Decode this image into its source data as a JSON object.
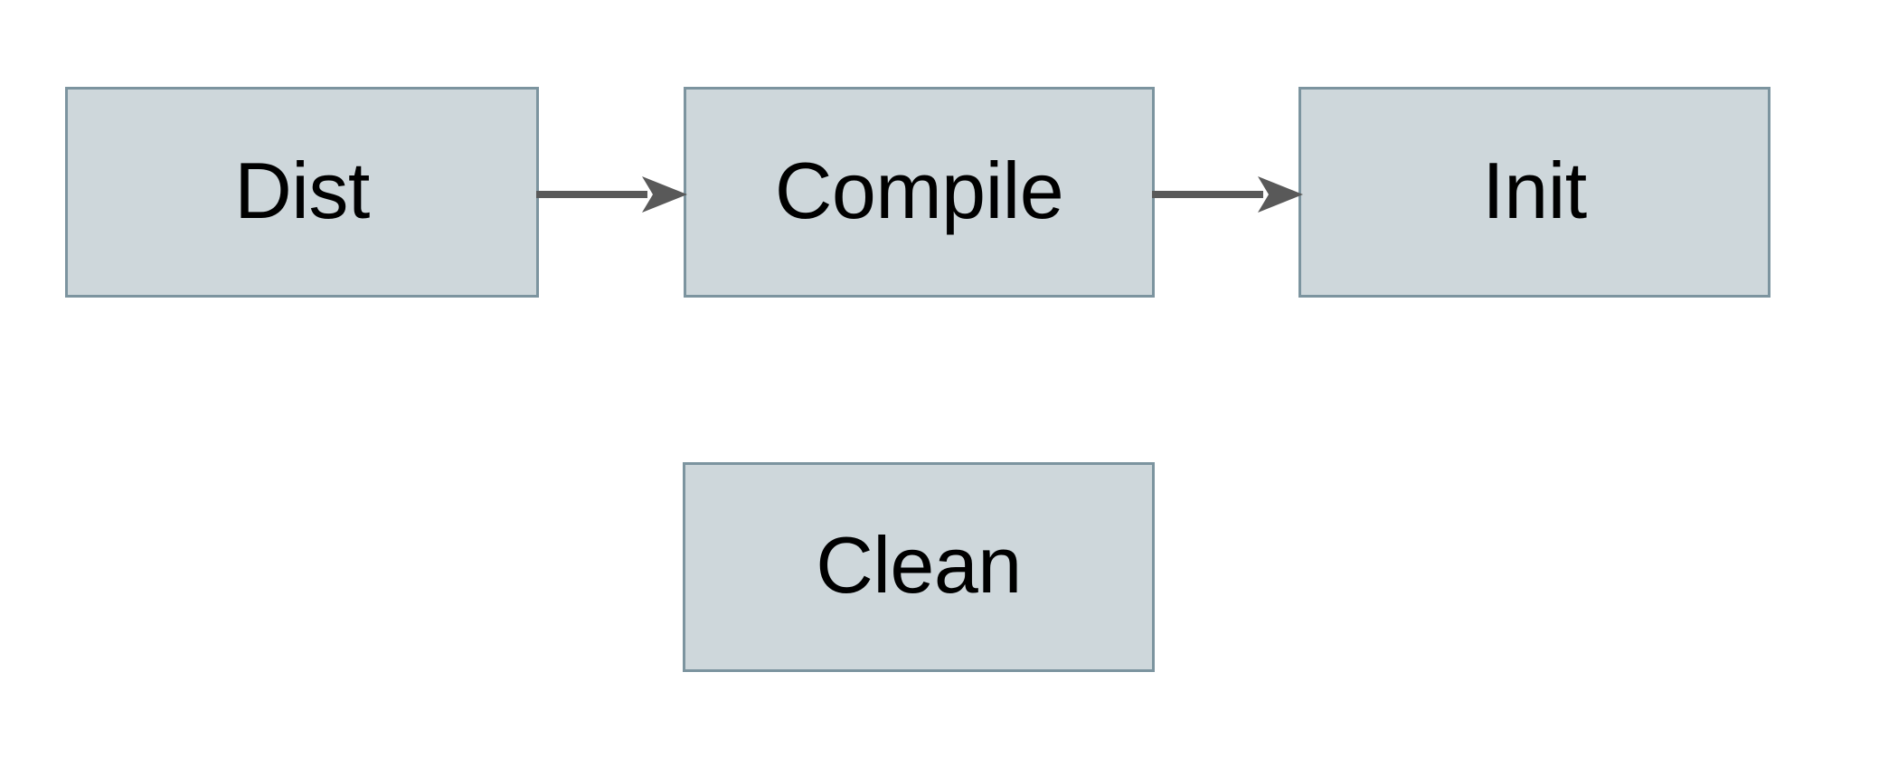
{
  "diagram": {
    "type": "flowchart",
    "orientation": "left-to-right",
    "background_color": "#ffffff",
    "node_fill_color": "#ced7db",
    "node_border_color": "#7c949f",
    "edge_color": "#595959",
    "label_color": "#000000",
    "nodes": [
      {
        "id": "dist",
        "label": "Dist"
      },
      {
        "id": "compile",
        "label": "Compile"
      },
      {
        "id": "init",
        "label": "Init"
      },
      {
        "id": "clean",
        "label": "Clean"
      }
    ],
    "edges": [
      {
        "id": "dist-compile",
        "from": "Dist",
        "to": "Compile",
        "arrow": "arrow-right-icon"
      },
      {
        "id": "compile-init",
        "from": "Compile",
        "to": "Init",
        "arrow": "arrow-right-icon"
      }
    ]
  }
}
